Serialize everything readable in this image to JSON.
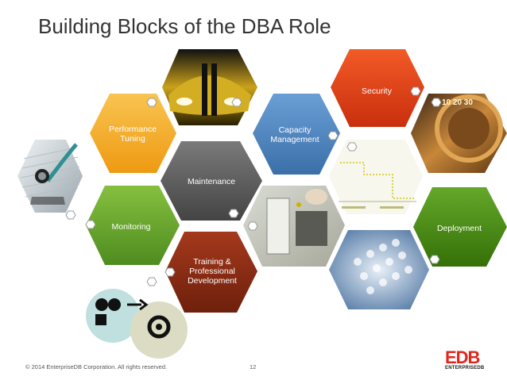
{
  "slide": {
    "title": "Building Blocks of the DBA Role",
    "footer": "© 2014 EnterpriseDB Corporation. All rights reserved.",
    "page_number": "12"
  },
  "hexes": {
    "performance_tuning": {
      "line1": "Performance",
      "line2": "Tuning",
      "color": "#f7b32c"
    },
    "maintenance": {
      "label": "Maintenance",
      "color": "#5f5f5f"
    },
    "capacity_management": {
      "line1": "Capacity",
      "line2": "Management",
      "color": "#4e86c1"
    },
    "security": {
      "label": "Security",
      "color": "#e24317"
    },
    "monitoring": {
      "label": "Monitoring",
      "color": "#6ea534"
    },
    "training": {
      "line1": "Training &",
      "line2": "Professional",
      "line3": "Development",
      "color": "#8b2c14"
    },
    "deployment": {
      "label": "Deployment",
      "color": "#4a8c14"
    }
  },
  "logo": {
    "main": "EDB",
    "sub": "ENTERPRISEDB"
  }
}
